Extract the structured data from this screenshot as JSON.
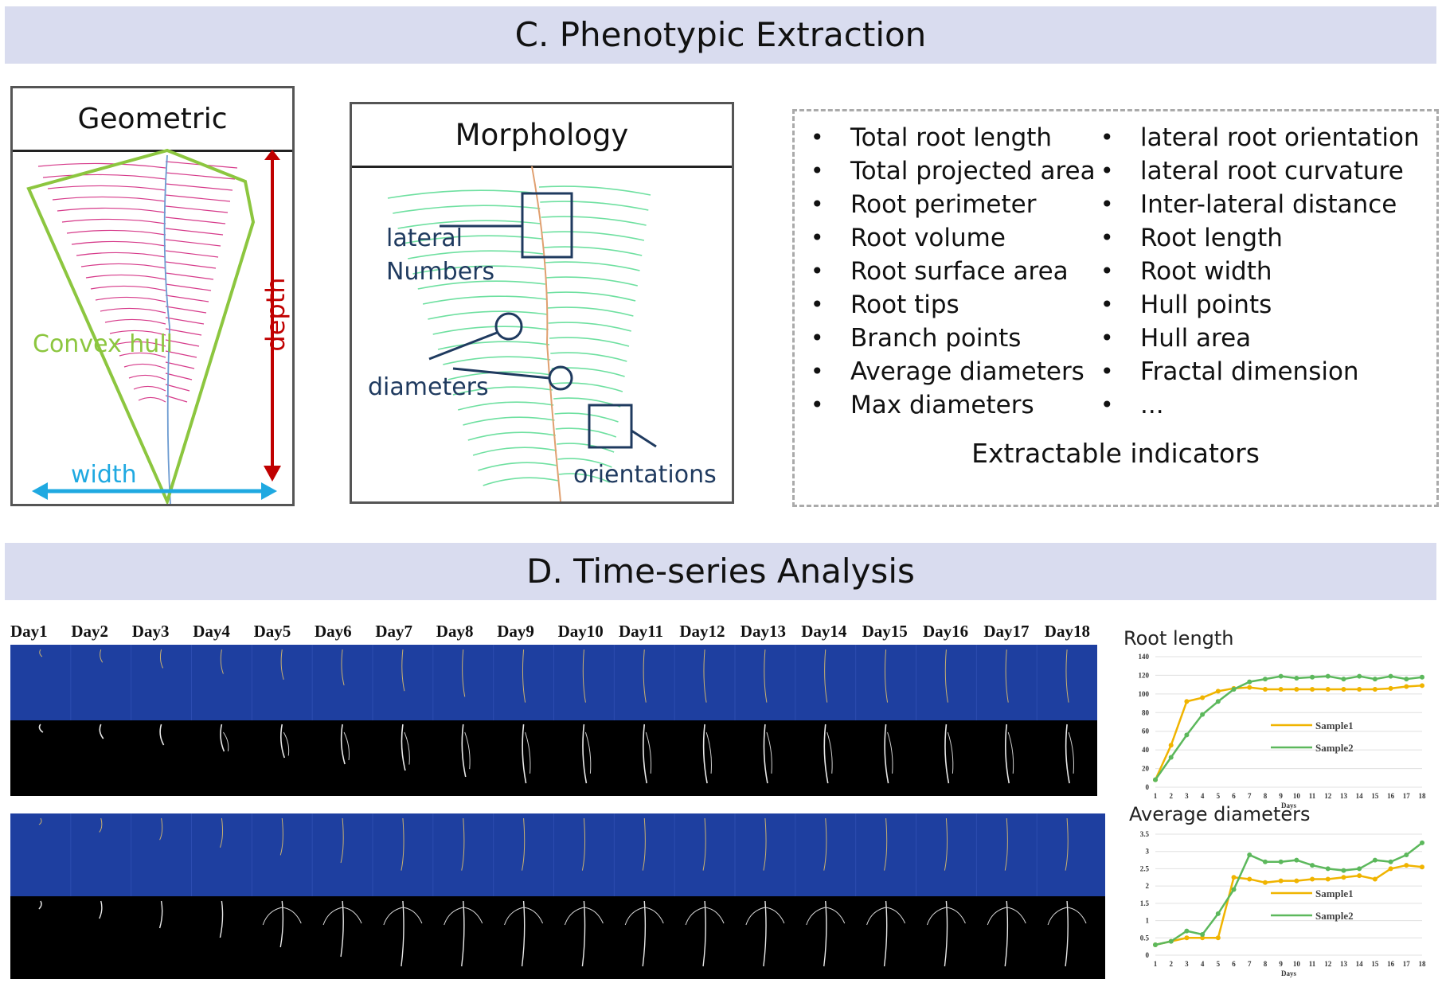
{
  "sections": {
    "c_title": "C. Phenotypic Extraction",
    "d_title": "D. Time-series Analysis"
  },
  "geometric": {
    "title": "Geometric",
    "convex_hull_label": "Convex hull",
    "depth_label": "depth",
    "width_label": "width",
    "colors": {
      "hull": "#8cc63f",
      "depth": "#c00000",
      "width": "#1fa9e1",
      "lateral_roots": "#d63a8a",
      "main_root": "#6c9bd1"
    }
  },
  "morphology": {
    "title": "Morphology",
    "lateral_label_line1": "lateral",
    "lateral_label_line2": "Numbers",
    "diameters_label": "diameters",
    "orientations_label": "orientations",
    "colors": {
      "roots": "#6ee0a0",
      "main_root": "#e0a070",
      "annotation": "#1f3a5f"
    }
  },
  "indicators": {
    "caption": "Extractable indicators",
    "left": [
      "Total root length",
      "Total projected area",
      "Root perimeter",
      "Root volume",
      "Root surface area",
      "Root tips",
      "Branch points",
      "Average diameters",
      "Max diameters"
    ],
    "right": [
      "lateral root orientation",
      "lateral root curvature",
      "Inter-lateral distance",
      "Root length",
      "Root width",
      "Hull points",
      "Hull area",
      "Fractal dimension",
      "..."
    ]
  },
  "timeseries": {
    "days": [
      "Day1",
      "Day2",
      "Day3",
      "Day4",
      "Day5",
      "Day6",
      "Day7",
      "Day8",
      "Day9",
      "Day10",
      "Day11",
      "Day12",
      "Day13",
      "Day14",
      "Day15",
      "Day16",
      "Day17",
      "Day18"
    ],
    "colors": {
      "photo_bg": "#1e3fa0",
      "mask_bg": "#000000",
      "root_mask": "#e8e8e8",
      "root_photo": "#c8b070"
    }
  },
  "chart_data": [
    {
      "type": "line",
      "title": "Root length",
      "xlabel": "Days",
      "ylabel": "",
      "x": [
        1,
        2,
        3,
        4,
        5,
        6,
        7,
        8,
        9,
        10,
        11,
        12,
        13,
        14,
        15,
        16,
        17,
        18
      ],
      "ylim": [
        0,
        140
      ],
      "yticks": [
        0,
        20,
        40,
        60,
        80,
        100,
        120,
        140
      ],
      "legend_position": "right",
      "series": [
        {
          "name": "Sample1",
          "color": "#f0b400",
          "values": [
            8,
            45,
            92,
            96,
            103,
            106,
            107,
            105,
            105,
            105,
            105,
            105,
            105,
            105,
            105,
            106,
            108,
            109
          ]
        },
        {
          "name": "Sample2",
          "color": "#5cb85c",
          "values": [
            8,
            32,
            56,
            78,
            92,
            105,
            113,
            116,
            119,
            117,
            118,
            119,
            116,
            119,
            116,
            119,
            116,
            118
          ]
        }
      ]
    },
    {
      "type": "line",
      "title": "Average diameters",
      "xlabel": "Days",
      "ylabel": "",
      "x": [
        1,
        2,
        3,
        4,
        5,
        6,
        7,
        8,
        9,
        10,
        11,
        12,
        13,
        14,
        15,
        16,
        17,
        18
      ],
      "ylim": [
        0,
        3.5
      ],
      "yticks": [
        0,
        0.5,
        1,
        1.5,
        2,
        2.5,
        3,
        3.5
      ],
      "legend_position": "right",
      "series": [
        {
          "name": "Sample1",
          "color": "#f0b400",
          "values": [
            0.3,
            0.4,
            0.5,
            0.5,
            0.5,
            2.25,
            2.2,
            2.1,
            2.15,
            2.15,
            2.2,
            2.2,
            2.25,
            2.3,
            2.2,
            2.5,
            2.6,
            2.55
          ]
        },
        {
          "name": "Sample2",
          "color": "#5cb85c",
          "values": [
            0.3,
            0.4,
            0.7,
            0.6,
            1.2,
            1.9,
            2.9,
            2.7,
            2.7,
            2.75,
            2.6,
            2.5,
            2.45,
            2.5,
            2.75,
            2.7,
            2.9,
            3.25
          ]
        }
      ]
    }
  ]
}
